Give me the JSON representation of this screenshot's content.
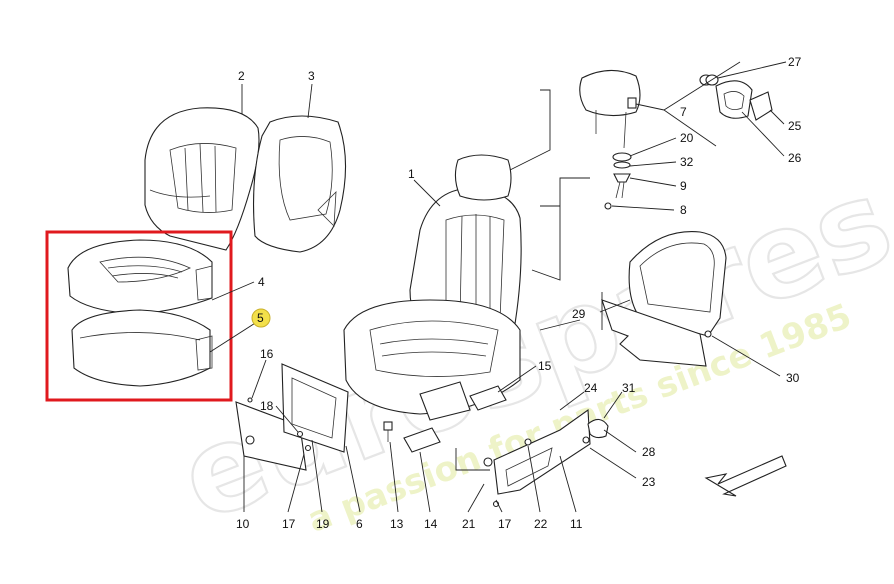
{
  "watermark": {
    "brand": "eurospares",
    "tagline": "a passion for parts since 1985"
  },
  "callouts": {
    "c1": "1",
    "c2": "2",
    "c3": "3",
    "c4": "4",
    "c5": "5",
    "c6": "6",
    "c7": "7",
    "c8": "8",
    "c9": "9",
    "c10": "10",
    "c11": "11",
    "c13": "13",
    "c14": "14",
    "c15": "15",
    "c16": "16",
    "c17a": "17",
    "c17b": "17",
    "c18": "18",
    "c19": "19",
    "c20": "20",
    "c21": "21",
    "c22": "22",
    "c23": "23",
    "c24": "24",
    "c25": "25",
    "c26": "26",
    "c27": "27",
    "c28": "28",
    "c29": "29",
    "c30": "30",
    "c31": "31",
    "c32": "32"
  },
  "highlight": {
    "color": "#e0191e",
    "badge_color": "#f3e04a"
  }
}
